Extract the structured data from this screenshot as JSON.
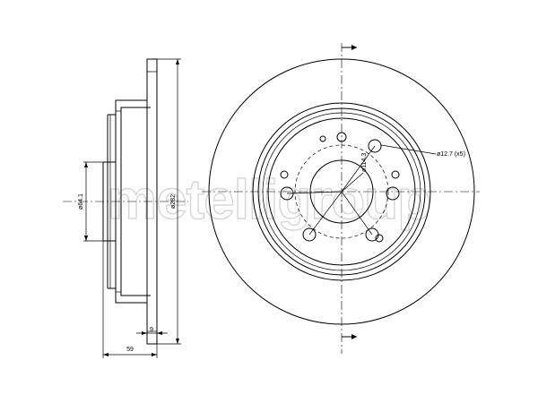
{
  "watermark": {
    "text": "metelligroup"
  },
  "side_view": {
    "dim_hub_diameter": "ø64.1",
    "dim_outer_diameter": "ø282",
    "dim_total_height": "59",
    "dim_thickness": "9"
  },
  "front_view": {
    "dim_bolt_hole": "ø12.7 (x5)",
    "dim_pcd": "ø114.3"
  }
}
